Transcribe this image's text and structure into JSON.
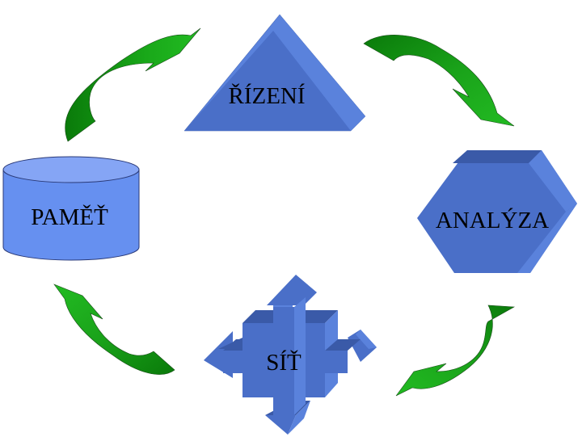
{
  "nodes": {
    "control": {
      "label": "ŘÍZENÍ"
    },
    "analysis": {
      "label": "ANALÝZA"
    },
    "network": {
      "label": "SÍŤ"
    },
    "memory": {
      "label": "PAMĚŤ"
    }
  },
  "colors": {
    "shape_fill": "#4a6fc8",
    "shape_dark": "#3a5aa8",
    "shape_light": "#5a82dc",
    "cylinder_fill": "#6690f0",
    "cylinder_top": "#85a5f5",
    "arrow_light": "#22bb22",
    "arrow_dark": "#0a7a0a"
  },
  "icons": {
    "control": "triangle-icon",
    "analysis": "hexagon-icon",
    "network": "cross-arrows-icon",
    "memory": "cylinder-icon",
    "arrows": "curved-arrow-icon"
  }
}
